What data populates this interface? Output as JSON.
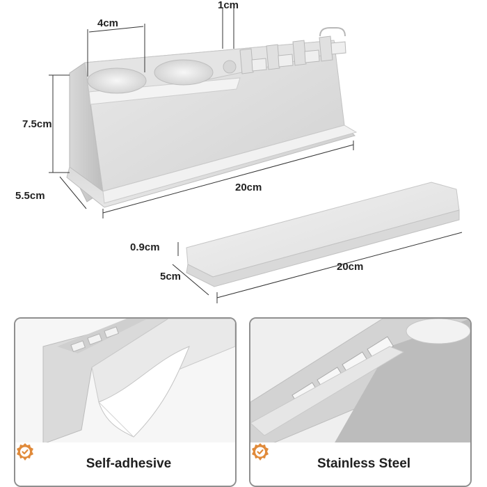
{
  "dimensions": {
    "holder_slot_width": "4cm",
    "holder_slot_gap": "1cm",
    "holder_height": "7.5cm",
    "holder_depth": "5.5cm",
    "holder_length": "20cm",
    "tray_thickness": "0.9cm",
    "tray_width": "5cm",
    "tray_length": "20cm"
  },
  "features": [
    {
      "label": "Self-adhesive",
      "icon": "check-badge-icon"
    },
    {
      "label": "Stainless Steel",
      "icon": "check-badge-icon"
    }
  ],
  "colors": {
    "badge": "#e08a3a",
    "steel_light": "#ececec",
    "steel_mid": "#cfcfcf",
    "steel_dark": "#a9a9a9",
    "panel_border": "#8f8f8f"
  }
}
